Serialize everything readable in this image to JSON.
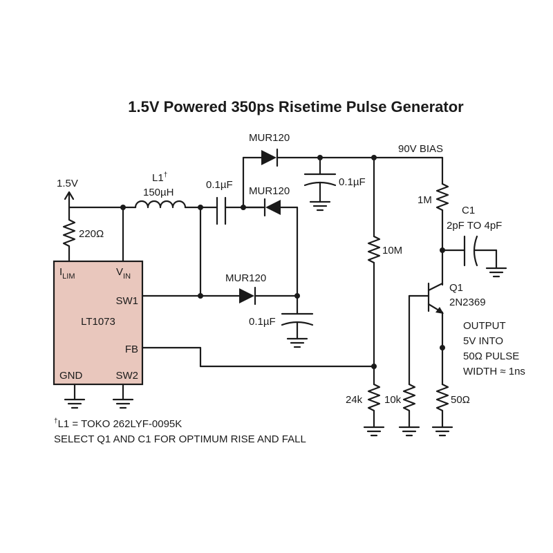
{
  "title": "1.5V Powered 350ps Risetime Pulse Generator",
  "colors": {
    "ic_fill": "#e9c7bd",
    "ink": "#1a1a1a"
  },
  "labels": {
    "vin_supply": "1.5V",
    "l1_ref": "L1",
    "l1_dagger": "†",
    "l1_value": "150µH",
    "r220": "220Ω",
    "c_series": "0.1µF",
    "mur_top": "MUR120",
    "mur_mid": "MUR120",
    "mur_low": "MUR120",
    "c_top": "0.1µF",
    "c_low": "0.1µF",
    "bias": "90V BIAS",
    "r1m": "1M",
    "c1_ref": "C1",
    "c1_value": "2pF TO 4pF",
    "r10m": "10M",
    "q1_ref": "Q1",
    "q1_part": "2N2369",
    "output_lines": [
      "OUTPUT",
      "5V INTO",
      "50Ω PULSE",
      "WIDTH ≈ 1ns"
    ],
    "r24k": "24k",
    "r10k": "10k",
    "r50": "50Ω"
  },
  "ic": {
    "name": "LT1073",
    "pin_ilim_main": "I",
    "pin_ilim_sub": "LIM",
    "pin_vin_main": "V",
    "pin_vin_sub": "IN",
    "pin_sw1": "SW1",
    "pin_fb": "FB",
    "pin_gnd": "GND",
    "pin_sw2": "SW2"
  },
  "notes": {
    "note1_dagger": "†",
    "note1": "L1 = TOKO 262LYF-0095K",
    "note2": "SELECT Q1 AND C1 FOR OPTIMUM RISE AND FALL"
  }
}
